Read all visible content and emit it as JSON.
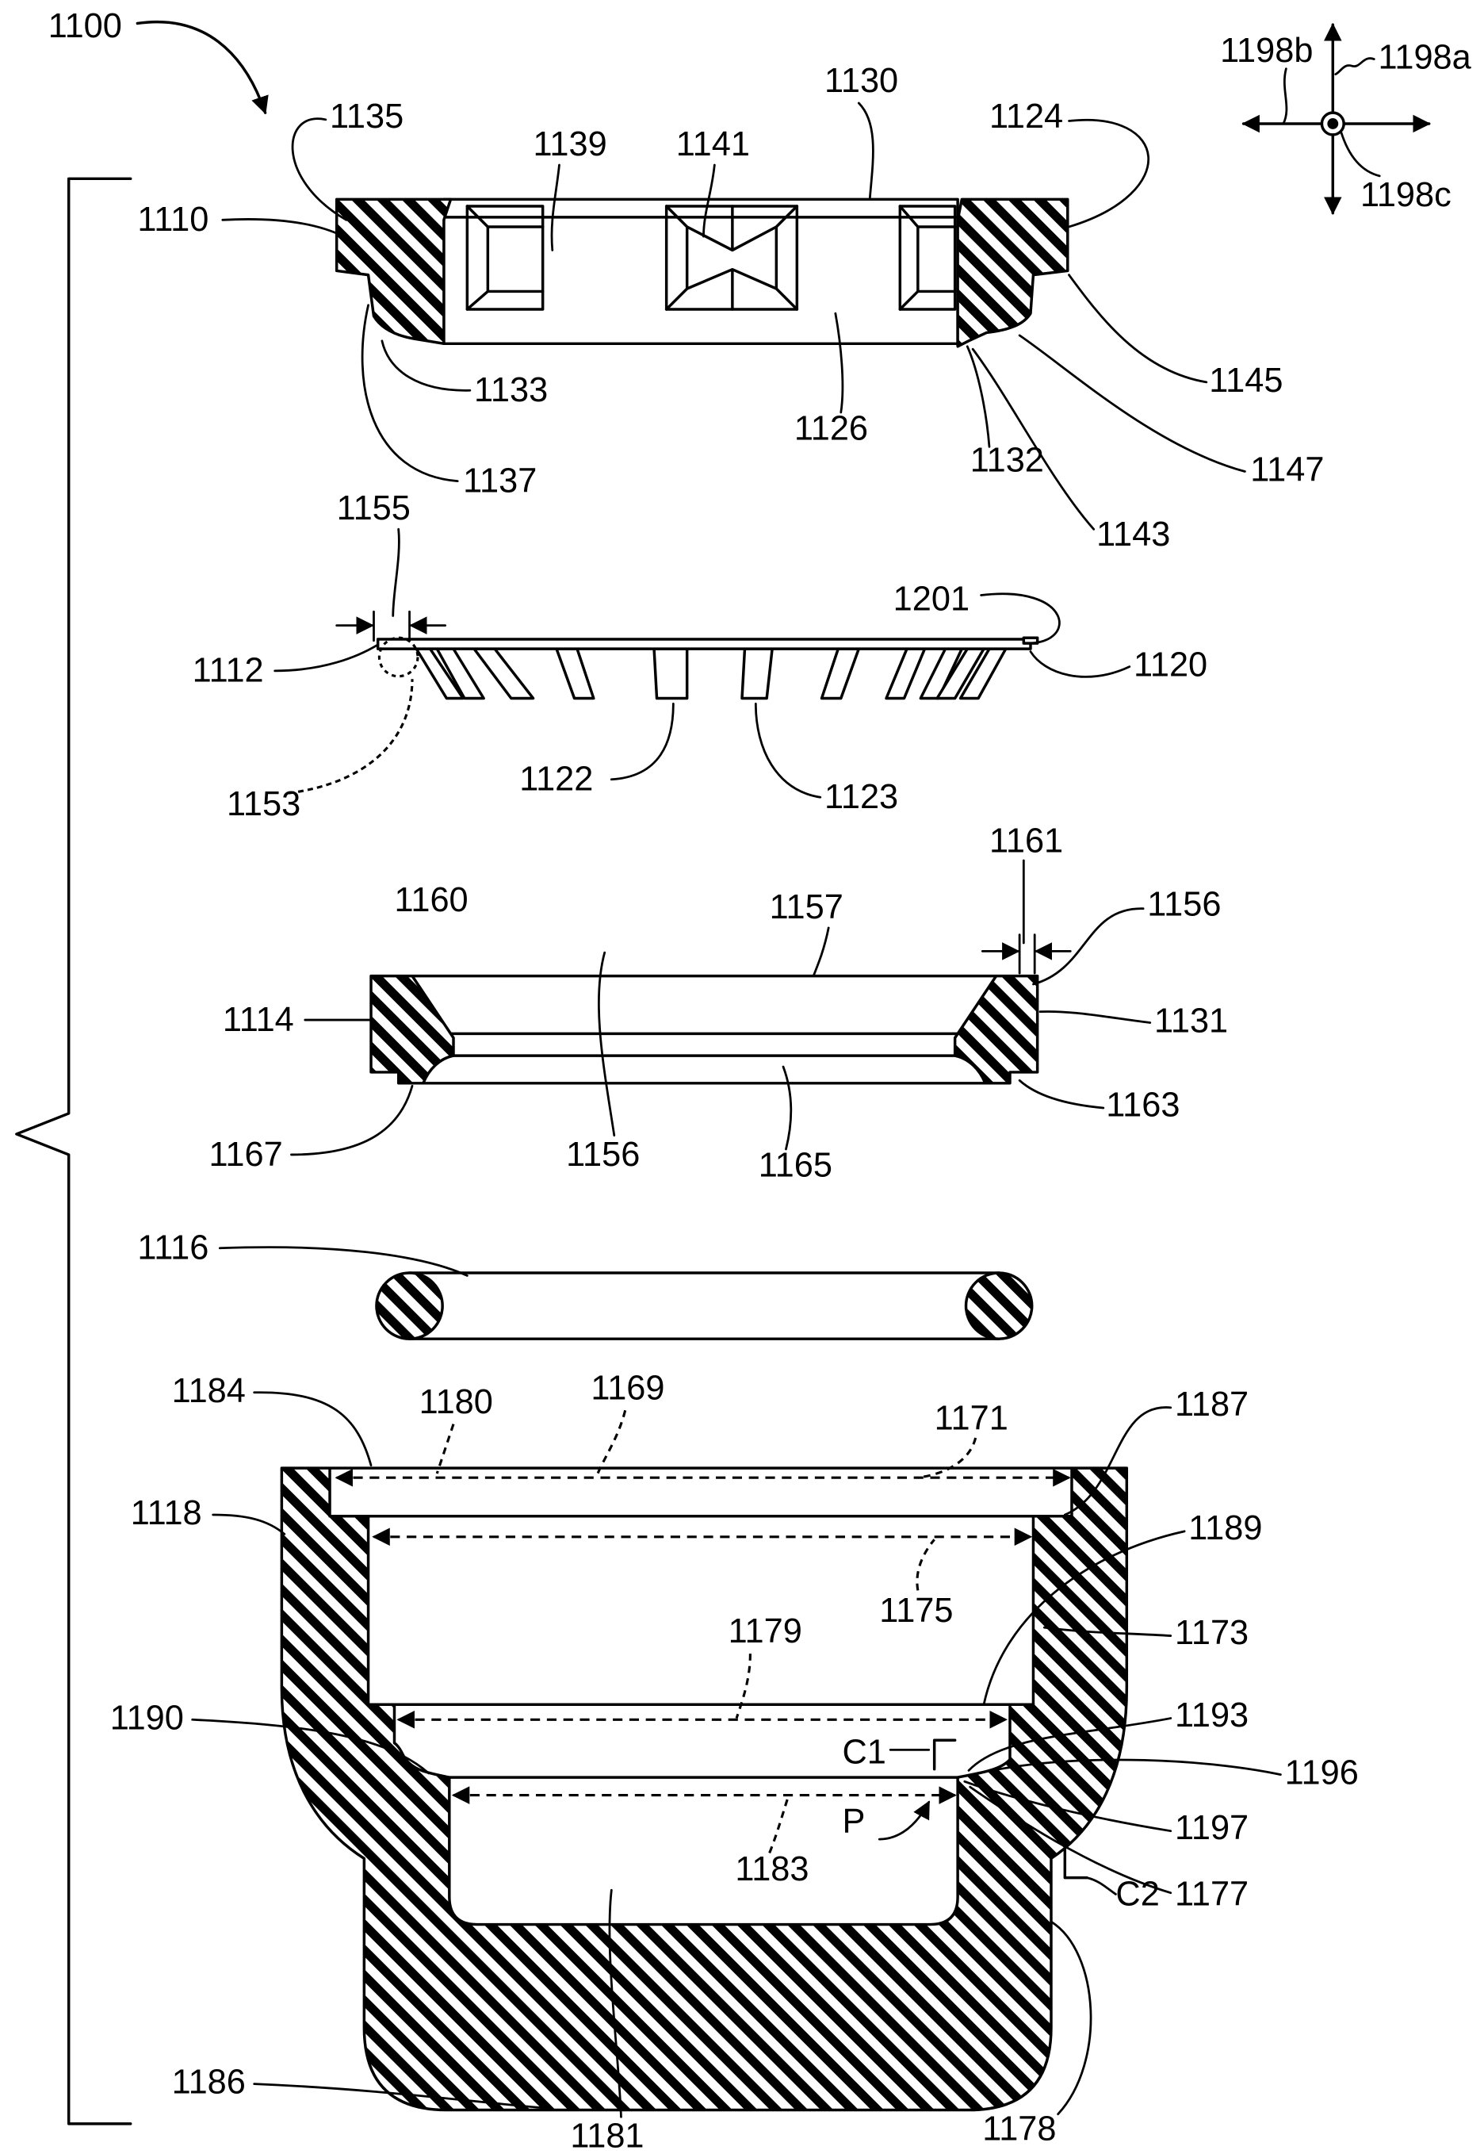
{
  "assembly": {
    "ref": "1100"
  },
  "direction_indicator": {
    "labels": [
      "1198b",
      "1198a",
      "1198c"
    ]
  },
  "cap": {
    "labels": [
      "1135",
      "1139",
      "1141",
      "1130",
      "1124",
      "1110",
      "1145",
      "1133",
      "1126",
      "1132",
      "1147",
      "1137",
      "1143"
    ]
  },
  "filter_disc": {
    "labels": [
      "1155",
      "1201",
      "1112",
      "1120",
      "1153",
      "1122",
      "1123"
    ]
  },
  "retainer_ring": {
    "labels": [
      "1161",
      "1160",
      "1157",
      "1156",
      "1114",
      "1131",
      "1167",
      "1156",
      "1165",
      "1163"
    ]
  },
  "o_ring": {
    "labels": [
      "1116"
    ]
  },
  "body": {
    "labels": [
      "1184",
      "1180",
      "1169",
      "1171",
      "1187",
      "1118",
      "1175",
      "1189",
      "1173",
      "1179",
      "1190",
      "1193",
      "C1",
      "1196",
      "P",
      "1197",
      "1183",
      "1177",
      "C2",
      "1181",
      "1186",
      "1178"
    ]
  },
  "colors": {
    "line": "#000000",
    "background": "#ffffff"
  }
}
